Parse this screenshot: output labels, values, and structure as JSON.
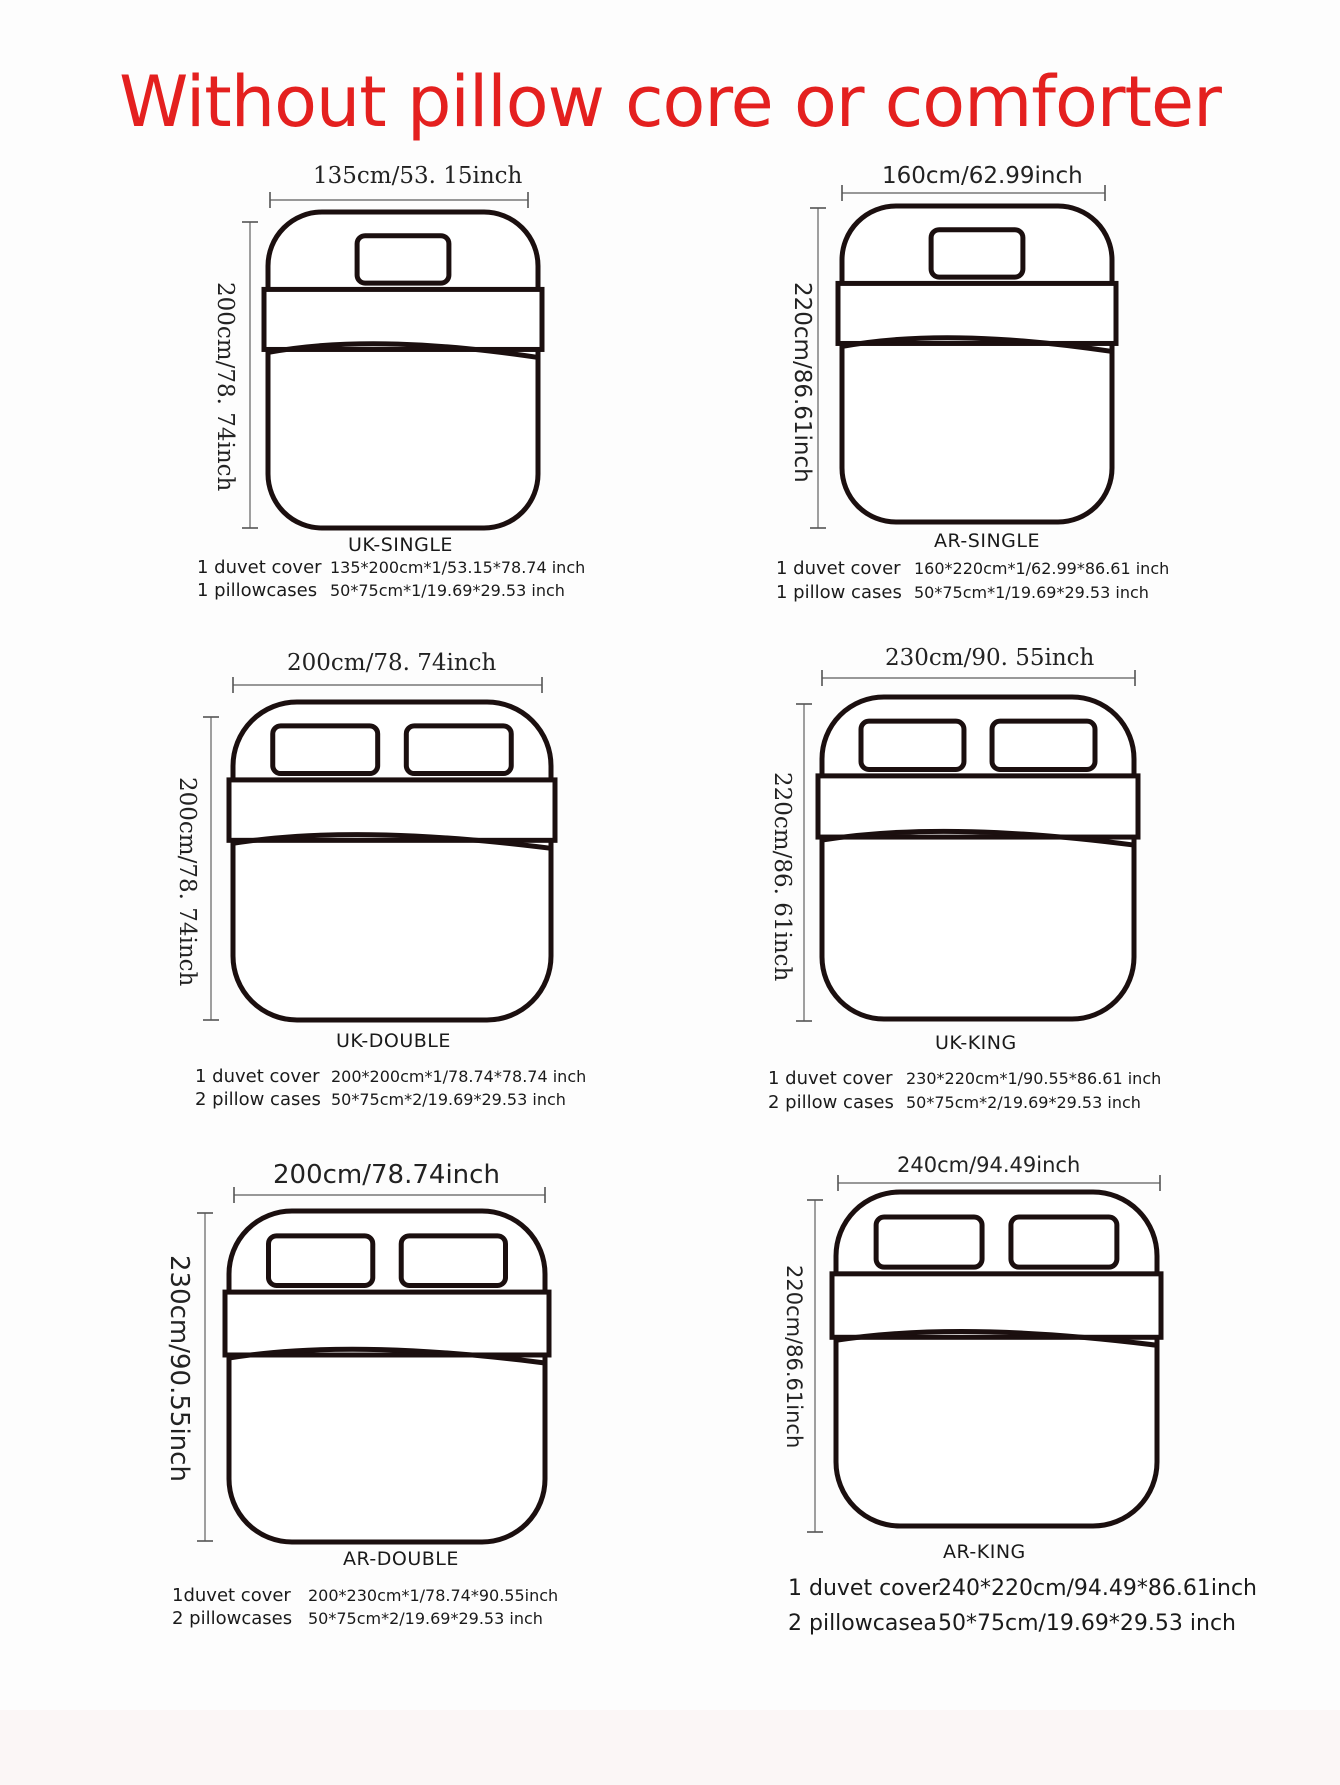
{
  "title": "Without pillow core or comforter",
  "colors": {
    "title": "#e4201f",
    "outline": "#1b0f0f"
  },
  "beds": [
    {
      "id": "uk-single",
      "size_name": "UK-SINGLE",
      "pillows": 1,
      "width_label": "135cm/53. 15inch",
      "length_label": "200cm/78. 74inch",
      "spec": [
        {
          "label": "1 duvet cover",
          "value": "135*200cm*1/53.15*78.74 inch"
        },
        {
          "label": "1 pillowcases",
          "value": "50*75cm*1/19.69*29.53 inch"
        }
      ]
    },
    {
      "id": "ar-single",
      "size_name": "AR-SINGLE",
      "pillows": 1,
      "width_label": "160cm/62.99inch",
      "length_label": "220cm/86.61inch",
      "spec": [
        {
          "label": "1 duvet cover",
          "value": "160*220cm*1/62.99*86.61 inch"
        },
        {
          "label": "1 pillow cases",
          "value": "50*75cm*1/19.69*29.53 inch"
        }
      ]
    },
    {
      "id": "uk-double",
      "size_name": "UK-DOUBLE",
      "pillows": 2,
      "width_label": "200cm/78. 74inch",
      "length_label": "200cm/78. 74inch",
      "spec": [
        {
          "label": "1 duvet cover",
          "value": "200*200cm*1/78.74*78.74 inch"
        },
        {
          "label": "2 pillow cases",
          "value": "50*75cm*2/19.69*29.53 inch"
        }
      ]
    },
    {
      "id": "uk-king",
      "size_name": "UK-KING",
      "pillows": 2,
      "width_label": "230cm/90. 55inch",
      "length_label": "220cm/86. 61inch",
      "spec": [
        {
          "label": "1 duvet cover",
          "value": "230*220cm*1/90.55*86.61 inch"
        },
        {
          "label": "2 pillow cases",
          "value": "50*75cm*2/19.69*29.53 inch"
        }
      ]
    },
    {
      "id": "ar-double",
      "size_name": "AR-DOUBLE",
      "pillows": 2,
      "width_label": "200cm/78.74inch",
      "length_label": "230cm/90.55inch",
      "spec": [
        {
          "label": "1duvet cover",
          "value": "200*230cm*1/78.74*90.55inch"
        },
        {
          "label": "2 pillowcases",
          "value": "50*75cm*2/19.69*29.53 inch"
        }
      ]
    },
    {
      "id": "ar-king",
      "size_name": "AR-KING",
      "pillows": 2,
      "width_label": "240cm/94.49inch",
      "length_label": "220cm/86.61inch",
      "spec": [
        {
          "label": "1 duvet cover",
          "value": "240*220cm/94.49*86.61inch"
        },
        {
          "label": "2 pillowcasea",
          "value": "50*75cm/19.69*29.53 inch"
        }
      ]
    }
  ]
}
